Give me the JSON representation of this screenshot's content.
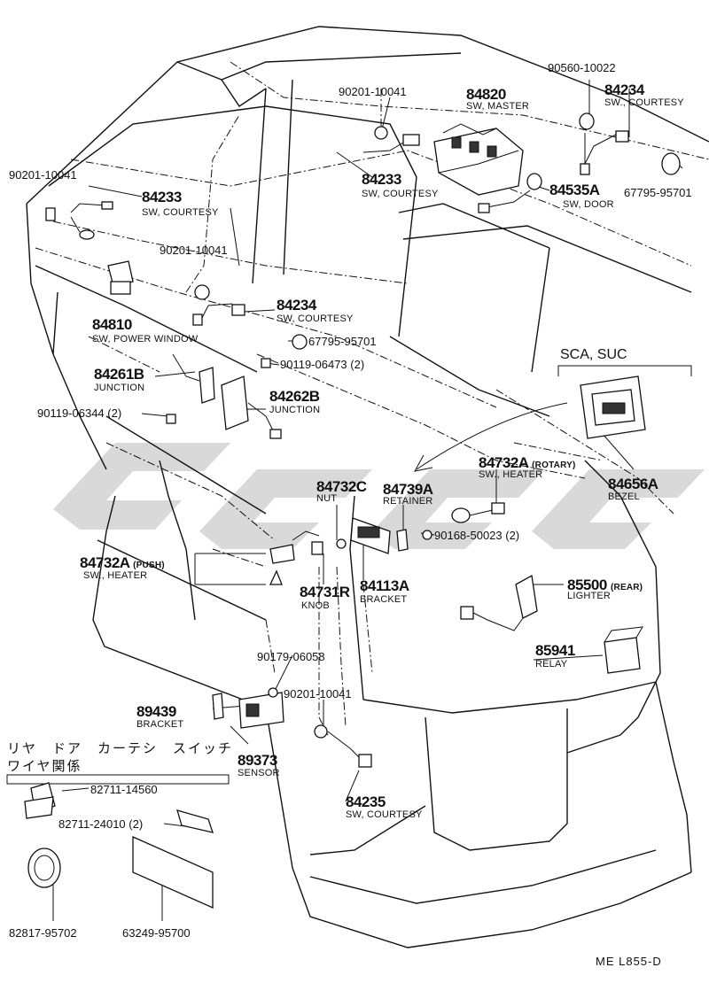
{
  "diagram": {
    "variant_header": "SCA, SUC",
    "japanese_caption": [
      "リヤ　ドア　カーテシ　スイッチ",
      "ワイヤ関係"
    ],
    "figure_ref": "ME  L855-D",
    "parts": {
      "p84233_left": {
        "number": "84233",
        "desc": "SW, COURTESY"
      },
      "p84233_top": {
        "number": "84233",
        "desc": "SW, COURTESY"
      },
      "p84234_top": {
        "number": "84234",
        "desc": "SW., COURTESY"
      },
      "p84234_mid": {
        "number": "84234",
        "desc": "SW, COURTESY"
      },
      "p84820": {
        "number": "84820",
        "desc": "SW, MASTER"
      },
      "p84535A": {
        "number": "84535A",
        "desc": "SW, DOOR"
      },
      "p84810": {
        "number": "84810",
        "desc": "SW, POWER WINDOW"
      },
      "p84261B": {
        "number": "84261B",
        "desc": "JUNCTION"
      },
      "p84262B": {
        "number": "84262B",
        "desc": "JUNCTION"
      },
      "p84732A_rot": {
        "number": "84732A",
        "opt": "(ROTARY)",
        "desc": "SW., HEATER"
      },
      "p84656A": {
        "number": "84656A",
        "desc": "BEZEL"
      },
      "p84732C": {
        "number": "84732C",
        "desc": "NUT"
      },
      "p84739A": {
        "number": "84739A",
        "desc": "RETAINER"
      },
      "p84732A_push": {
        "number": "84732A",
        "opt": "(PUSH)",
        "desc": "SW., HEATER"
      },
      "p84731R": {
        "number": "84731R",
        "desc": "KNOB"
      },
      "p84113A": {
        "number": "84113A",
        "desc": "BRACKET"
      },
      "p85500": {
        "number": "85500",
        "opt": "(REAR)",
        "desc": "LIGHTER"
      },
      "p85941": {
        "number": "85941",
        "desc": "RELAY"
      },
      "p89439": {
        "number": "89439",
        "desc": "BRACKET"
      },
      "p89373": {
        "number": "89373",
        "desc": "SENSOR"
      },
      "p84235": {
        "number": "84235",
        "desc": "SW, COURTESY"
      }
    },
    "fasteners": {
      "f90201_a": "90201-10041",
      "f90201_b": "90201-10041",
      "f90201_c": "90201-10041",
      "f90201_d": "90201-10041",
      "f90560": "90560-10022",
      "f67795_a": "67795-95701",
      "f67795_b": "67795-95701",
      "f90119_a": "90119-06473 (2)",
      "f90119_b": "90119-06344 (2)",
      "f90168": "90168-50023 (2)",
      "f90179": "90179-06058",
      "f82711_a": "82711-14560",
      "f82711_b": "82711-24010 (2)",
      "f82817": "82817-95702",
      "f63249": "63249-95700"
    }
  }
}
